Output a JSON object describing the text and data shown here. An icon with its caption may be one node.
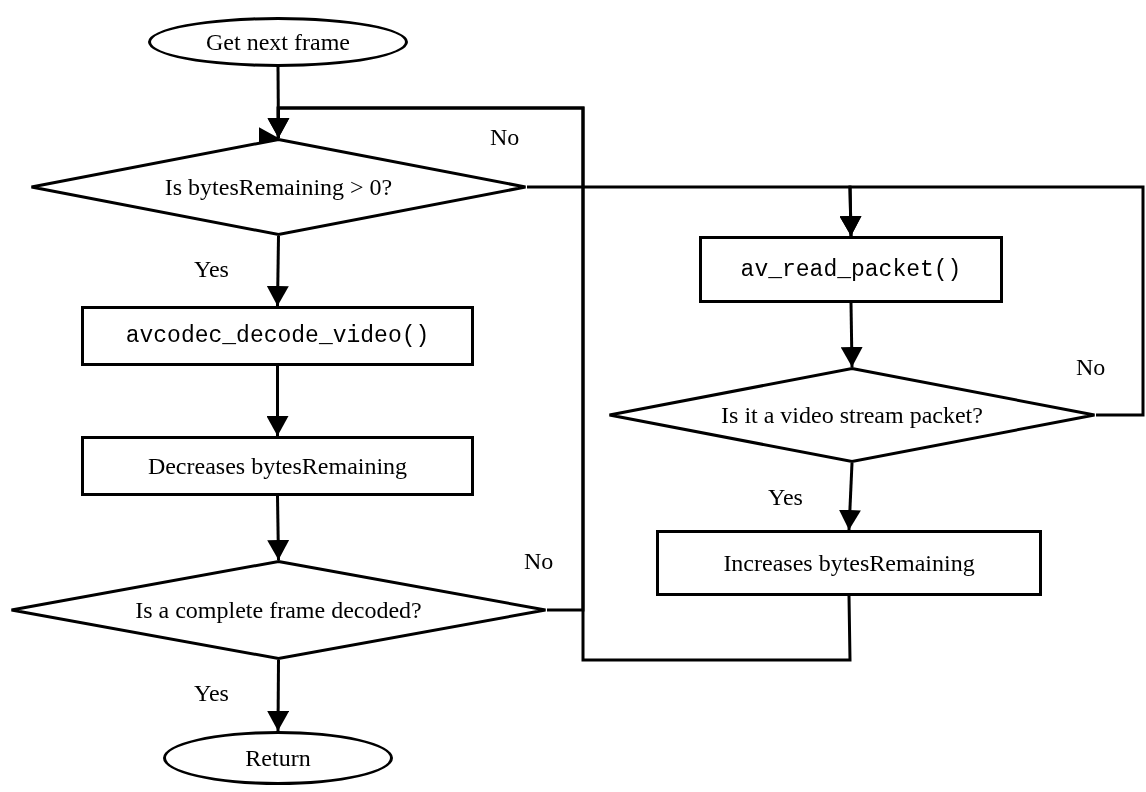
{
  "diagram": {
    "nodes": [
      {
        "text": [
          "Get next frame"
        ]
      },
      {
        "text": [
          "Is bytesRemaining > 0?"
        ]
      },
      {
        "text": [
          "avcodec_decode_video()"
        ]
      },
      {
        "text": [
          "Decreases bytesRemaining"
        ]
      },
      {
        "text": [
          "Is a complete frame decoded?"
        ]
      },
      {
        "text": [
          "Return"
        ]
      },
      {
        "text": [
          "av_read_packet()"
        ]
      },
      {
        "text": [
          "Is it a video stream packet?"
        ]
      },
      {
        "text": [
          "Increases bytesRemaining"
        ]
      }
    ],
    "edges": [
      {
        "from": 0,
        "to": 1,
        "arrow": "to"
      },
      {
        "from": 4,
        "to": 1,
        "arrow": "to",
        "label": "No"
      },
      {
        "from": 1,
        "to": 2,
        "arrow": "to",
        "label": "Yes"
      },
      {
        "from": 2,
        "to": 3,
        "arrow": "to"
      },
      {
        "from": 3,
        "to": 4,
        "arrow": "to"
      },
      {
        "from": 4,
        "to": 5,
        "arrow": "to",
        "label": "Yes"
      },
      {
        "from": 1,
        "to": 6,
        "arrow": "to",
        "label": "No"
      },
      {
        "from": 6,
        "to": 7,
        "arrow": "to"
      },
      {
        "from": 7,
        "to": 6,
        "arrow": "to",
        "label": "No"
      },
      {
        "from": 7,
        "to": 8,
        "arrow": "to",
        "label": "Yes"
      },
      {
        "from": 8,
        "to": 1,
        "arrow": "to"
      }
    ]
  }
}
